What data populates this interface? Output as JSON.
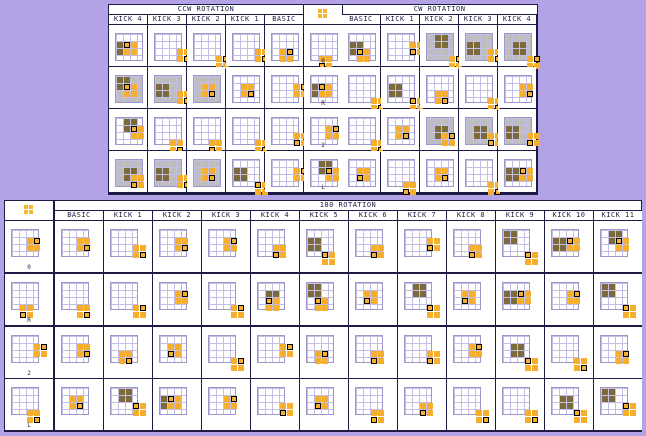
{
  "diagram_title": "O piece kick table",
  "ccw": {
    "title": "CCW ROTATION",
    "columns": [
      "KICK 4",
      "KICK 3",
      "KICK 2",
      "KICK 1",
      "BASIC"
    ]
  },
  "cw": {
    "title": "CW ROTATION",
    "columns": [
      "BASIC",
      "KICK 1",
      "KICK 2",
      "KICK 3",
      "KICK 4"
    ]
  },
  "r180": {
    "title": "180 ROTATION",
    "columns": [
      "BASIC",
      "KICK 1",
      "KICK 2",
      "KICK 3",
      "KICK 4",
      "KICK 5",
      "KICK 6",
      "KICK 7",
      "KICK 8",
      "KICK 9",
      "KICK 10",
      "KICK 11"
    ]
  },
  "states": [
    "0",
    "R",
    "2",
    "L"
  ],
  "legend_icon": "o-piece-icon",
  "colors": {
    "background": "#b4a2e6",
    "table": "#1e1a46",
    "piece": "#f6ae2d",
    "wall_block": "#7b6a3a",
    "wall_cell": "#bdbdbd",
    "center_outline": "#000000"
  }
}
